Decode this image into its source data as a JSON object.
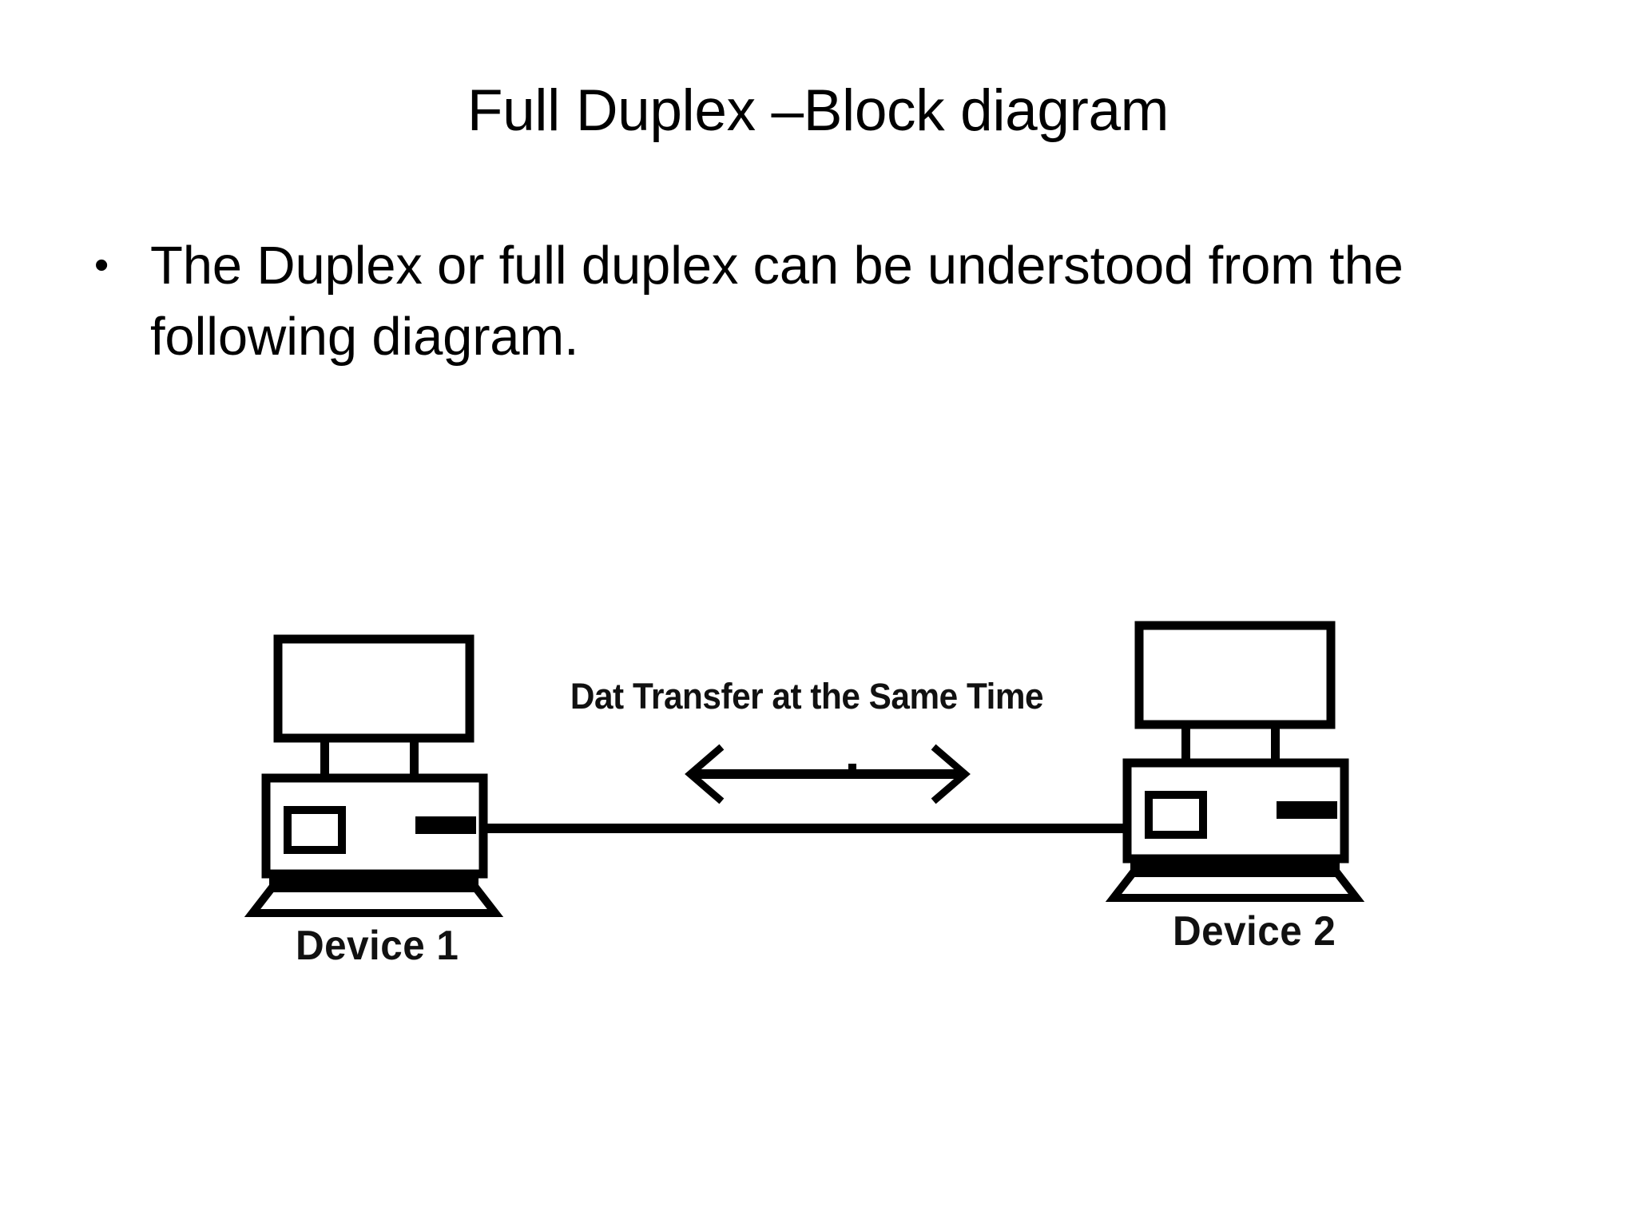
{
  "slide": {
    "title": "Full Duplex –Block diagram",
    "background_color": "#ffffff",
    "text_color": "#000000"
  },
  "body": {
    "bullets": [
      {
        "marker": "•",
        "text": "The Duplex or full duplex can be understood from the following diagram."
      }
    ]
  },
  "diagram": {
    "type": "network-block-diagram",
    "caption": "Dat Transfer at the Same Time",
    "arrow": {
      "direction": "bidirectional",
      "icon": "double-headed-arrow-icon"
    },
    "link": {
      "icon": "connection-line-icon"
    },
    "nodes": [
      {
        "id": "device-1",
        "label": "Device 1",
        "icon": "desktop-computer-icon"
      },
      {
        "id": "device-2",
        "label": "Device 2",
        "icon": "desktop-computer-icon"
      }
    ]
  }
}
